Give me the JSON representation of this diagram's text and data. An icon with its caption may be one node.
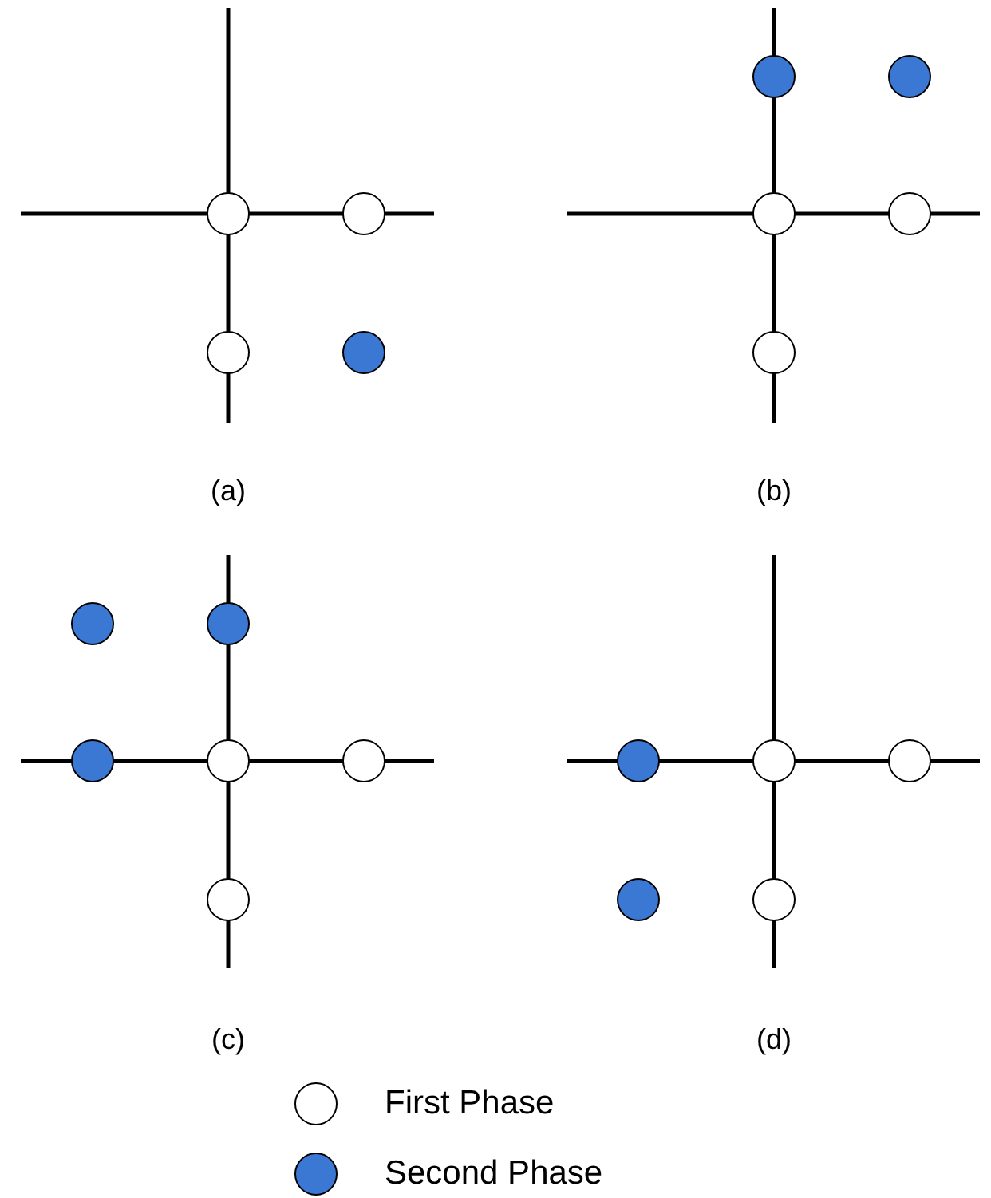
{
  "diagram": {
    "labels": [
      "(a)",
      "(b)",
      "(c)",
      "(d)"
    ],
    "legend": [
      {
        "text": "First Phase",
        "color": "#ffffff"
      },
      {
        "text": "Second Phase",
        "color": "#3a78d4"
      }
    ]
  }
}
